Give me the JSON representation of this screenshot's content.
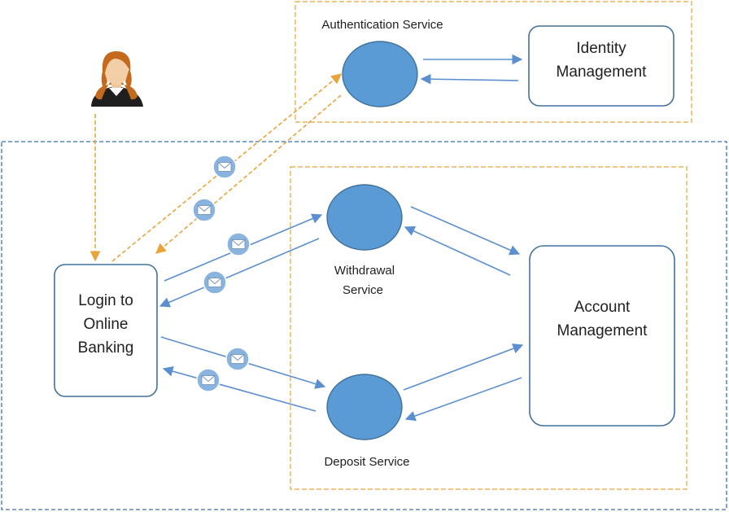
{
  "diagram": {
    "nodes": {
      "login": {
        "lines": [
          "Login to",
          "Online",
          "Banking"
        ]
      },
      "identity": {
        "lines": [
          "Identity",
          "Management"
        ]
      },
      "account": {
        "lines": [
          "Account",
          "Management"
        ]
      }
    },
    "services": {
      "auth": {
        "label": "Authentication Service"
      },
      "withdrawal": {
        "lines": [
          "Withdrawal",
          "Service"
        ]
      },
      "deposit": {
        "label": "Deposit Service"
      }
    }
  },
  "colors": {
    "blue_line": "#5b8fcf",
    "orange_line": "#e8a33a",
    "boundary_blue": "#3a6fb0",
    "boundary_orange": "#e8a33a",
    "circle_fill": "#5b9bd5",
    "circle_stroke": "#41719c",
    "box_stroke": "#41719c",
    "message_icon_fill": "#8ab4e0"
  }
}
